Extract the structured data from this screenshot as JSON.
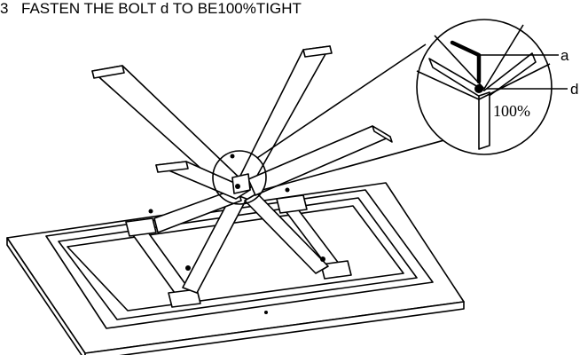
{
  "instruction": {
    "step_number": "3",
    "text": "FASTEN THE BOLT d TO BE100%TIGHT"
  },
  "callout": {
    "label_a": "a",
    "label_d": "d",
    "tightness": "100%"
  },
  "colors": {
    "line": "#000000",
    "background": "#ffffff"
  }
}
